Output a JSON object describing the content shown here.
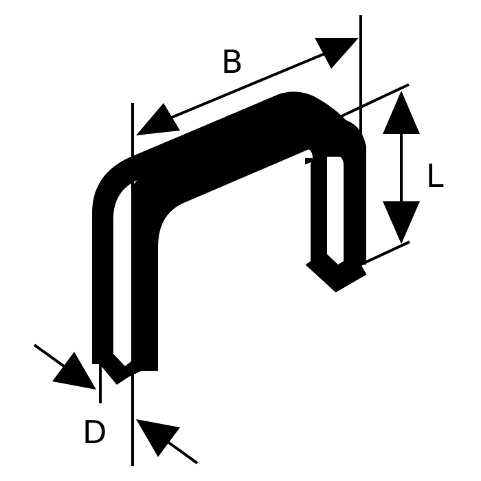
{
  "diagram": {
    "subject": "staple dimension drawing",
    "labels": {
      "width": "B",
      "length": "L",
      "thickness": "D"
    },
    "colors": {
      "stroke": "#000000",
      "background": "#ffffff"
    }
  }
}
